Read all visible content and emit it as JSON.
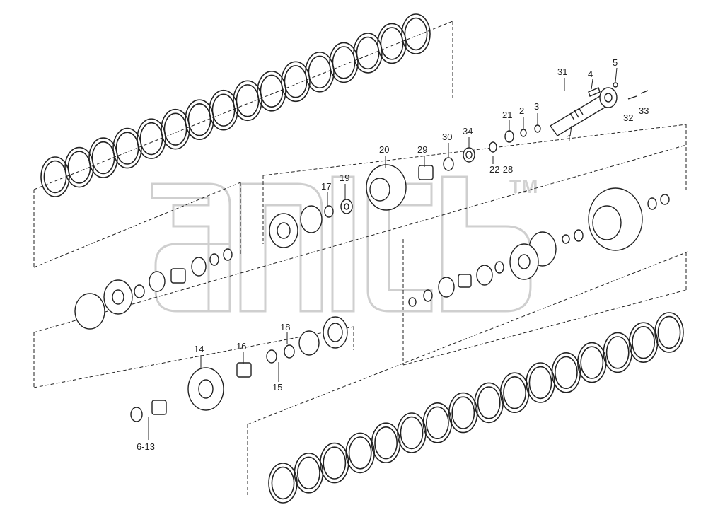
{
  "diagram": {
    "watermark": "TM",
    "colors": {
      "line": "#222222",
      "watermark": "#cfcfcf"
    },
    "callouts": [
      {
        "id": "c31",
        "text": "31"
      },
      {
        "id": "c4",
        "text": "4"
      },
      {
        "id": "c5",
        "text": "5"
      },
      {
        "id": "c21",
        "text": "21"
      },
      {
        "id": "c2",
        "text": "2"
      },
      {
        "id": "c3",
        "text": "3"
      },
      {
        "id": "c32",
        "text": "32"
      },
      {
        "id": "c33",
        "text": "33"
      },
      {
        "id": "c1",
        "text": "1"
      },
      {
        "id": "c30",
        "text": "30"
      },
      {
        "id": "c34",
        "text": "34"
      },
      {
        "id": "c29",
        "text": "29"
      },
      {
        "id": "c20",
        "text": "20"
      },
      {
        "id": "c2228",
        "text": "22-28"
      },
      {
        "id": "c17",
        "text": "17"
      },
      {
        "id": "c19",
        "text": "19"
      },
      {
        "id": "c18",
        "text": "18"
      },
      {
        "id": "c16",
        "text": "16"
      },
      {
        "id": "c14",
        "text": "14"
      },
      {
        "id": "c15",
        "text": "15"
      },
      {
        "id": "c613",
        "text": "6-13"
      }
    ]
  }
}
